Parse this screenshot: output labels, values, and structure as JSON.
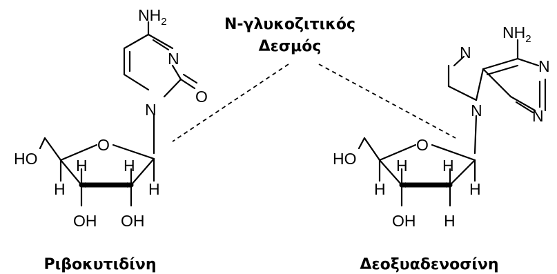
{
  "labels": {
    "bond_name_line1": "N-γλυκοζιτικός",
    "bond_name_line2": "Δεσμός",
    "left_molecule": "Ριβοκυτιδίνη",
    "right_molecule": "Δεοξυαδενοσίνη"
  },
  "atoms": {
    "nitrogen": "N",
    "oxygen": "O",
    "hydrogen": "H",
    "nh": "NH",
    "subscript_two": "2",
    "ho": "HO",
    "oh": "OH"
  },
  "colors": {
    "ink": "#000000",
    "background": "#ffffff"
  }
}
